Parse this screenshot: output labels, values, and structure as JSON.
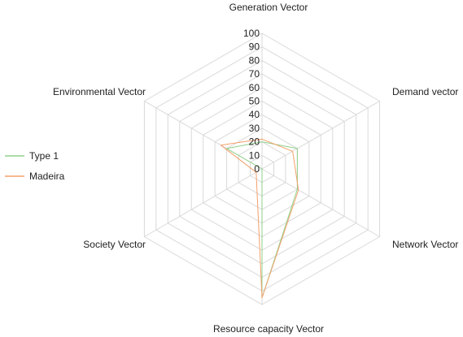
{
  "chart_data": {
    "type": "radar",
    "title": "",
    "axes": [
      "Generation Vector",
      "Demand vector",
      "Network Vector",
      "Resource capacity Vector",
      "Society Vector",
      "Environmental Vector"
    ],
    "ticks": [
      0,
      10,
      20,
      30,
      40,
      50,
      60,
      70,
      80,
      90,
      100
    ],
    "range": [
      0,
      100
    ],
    "grid": true,
    "legend_position": "left",
    "series": [
      {
        "name": "Type 1",
        "color": "#8fd18a",
        "values": [
          20,
          30,
          30,
          95,
          0,
          30
        ]
      },
      {
        "name": "Madeira",
        "color": "#f4a06a",
        "values": [
          22,
          26,
          31,
          95,
          5,
          35
        ]
      }
    ]
  }
}
